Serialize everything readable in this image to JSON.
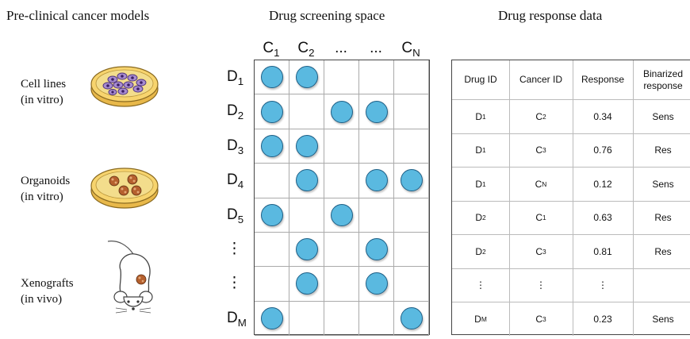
{
  "titles": {
    "models": "Pre-clinical cancer models",
    "screening": "Drug screening space",
    "response": "Drug response data"
  },
  "models": [
    {
      "line1": "Cell lines",
      "line2": "(in vitro)"
    },
    {
      "line1": "Organoids",
      "line2": "(in vitro)"
    },
    {
      "line1": "Xenografts",
      "line2": "(in vivo)"
    }
  ],
  "grid": {
    "columns": [
      {
        "main": "C",
        "sub": "1"
      },
      {
        "main": "C",
        "sub": "2"
      },
      {
        "main": "...",
        "sub": ""
      },
      {
        "main": "...",
        "sub": ""
      },
      {
        "main": "C",
        "sub": "N"
      }
    ],
    "rows": [
      {
        "main": "D",
        "sub": "1"
      },
      {
        "main": "D",
        "sub": "2"
      },
      {
        "main": "D",
        "sub": "3"
      },
      {
        "main": "D",
        "sub": "4"
      },
      {
        "main": "D",
        "sub": "5"
      },
      {
        "main": "⋮",
        "sub": ""
      },
      {
        "main": "⋮",
        "sub": ""
      },
      {
        "main": "D",
        "sub": "M"
      }
    ],
    "filled": [
      [
        1,
        1,
        0,
        0,
        0
      ],
      [
        1,
        0,
        1,
        1,
        0
      ],
      [
        1,
        1,
        0,
        0,
        0
      ],
      [
        0,
        1,
        0,
        1,
        1
      ],
      [
        1,
        0,
        1,
        0,
        0
      ],
      [
        0,
        1,
        0,
        1,
        0
      ],
      [
        0,
        1,
        0,
        1,
        0
      ],
      [
        1,
        0,
        0,
        0,
        1
      ]
    ],
    "dot_color": "#5ab9e0"
  },
  "table": {
    "headers": [
      "Drug ID",
      "Cancer ID",
      "Response",
      "Binarized response"
    ],
    "rows": [
      [
        {
          "m": "D",
          "s": "1"
        },
        {
          "m": "C",
          "s": "2"
        },
        {
          "m": "0.34",
          "s": ""
        },
        {
          "m": "Sens",
          "s": ""
        }
      ],
      [
        {
          "m": "D",
          "s": "1"
        },
        {
          "m": "C",
          "s": "3"
        },
        {
          "m": "0.76",
          "s": ""
        },
        {
          "m": "Res",
          "s": ""
        }
      ],
      [
        {
          "m": "D",
          "s": "1"
        },
        {
          "m": "C",
          "s": "N"
        },
        {
          "m": "0.12",
          "s": ""
        },
        {
          "m": "Sens",
          "s": ""
        }
      ],
      [
        {
          "m": "D",
          "s": "2"
        },
        {
          "m": "C",
          "s": "1"
        },
        {
          "m": "0.63",
          "s": ""
        },
        {
          "m": "Res",
          "s": ""
        }
      ],
      [
        {
          "m": "D",
          "s": "2"
        },
        {
          "m": "C",
          "s": "3"
        },
        {
          "m": "0.81",
          "s": ""
        },
        {
          "m": "Res",
          "s": ""
        }
      ],
      [
        {
          "m": "⋮",
          "s": ""
        },
        {
          "m": "⋮",
          "s": ""
        },
        {
          "m": "⋮",
          "s": ""
        },
        {
          "m": "",
          "s": ""
        }
      ],
      [
        {
          "m": "D",
          "s": "M"
        },
        {
          "m": "C",
          "s": "3"
        },
        {
          "m": "0.23",
          "s": ""
        },
        {
          "m": "Sens",
          "s": ""
        }
      ]
    ]
  }
}
